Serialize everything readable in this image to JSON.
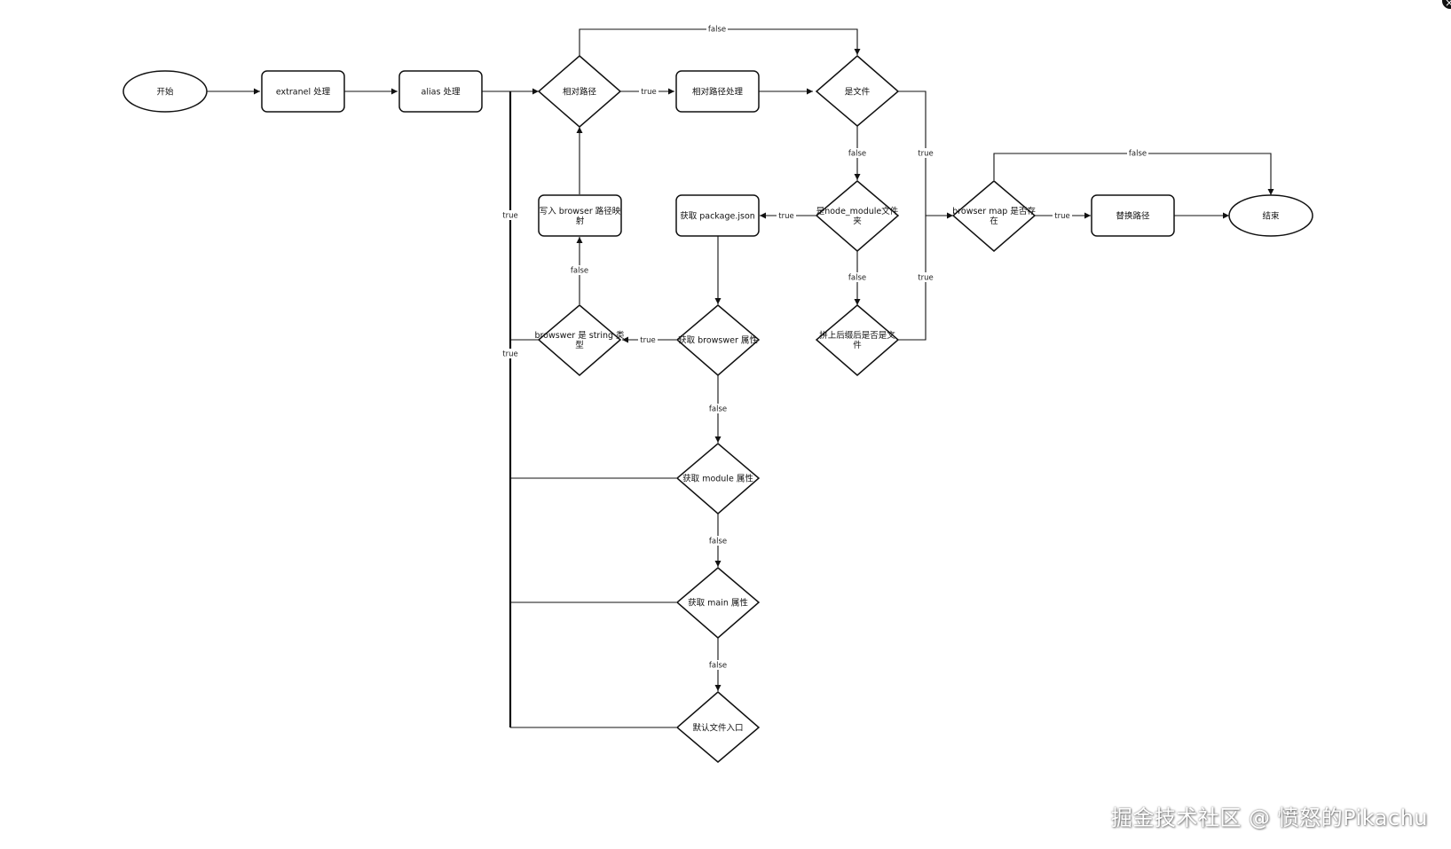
{
  "nodes": {
    "start": "开始",
    "extranel": "extranel 处理",
    "alias": "alias 处理",
    "relative_path": "相对路径",
    "relative_proc": "相对路径处理",
    "is_file": "是文件",
    "write_browser": [
      "写入 browser 路径映",
      "射"
    ],
    "get_pkg": "获取 package.json",
    "is_node_module": [
      "是node_module文件",
      "夹"
    ],
    "browser_map": [
      "browser map 是否存",
      "在"
    ],
    "replace_path": "替换路径",
    "end": "结束",
    "browser_string": [
      "browswer 是 string 类",
      "型"
    ],
    "get_browser": "获取 browswer 属性",
    "concat_suffix": [
      "拼上后缀后是否是文",
      "件"
    ],
    "get_module": "获取 module 属性",
    "get_main": "获取 main 属性",
    "default_entry": "默认文件入口"
  },
  "labels": {
    "true": "true",
    "false": "false"
  },
  "colors": {
    "stroke": "#111111",
    "background": "#ffffff"
  },
  "watermark": "掘金技术社区 @ 愤怒的Pikachu"
}
